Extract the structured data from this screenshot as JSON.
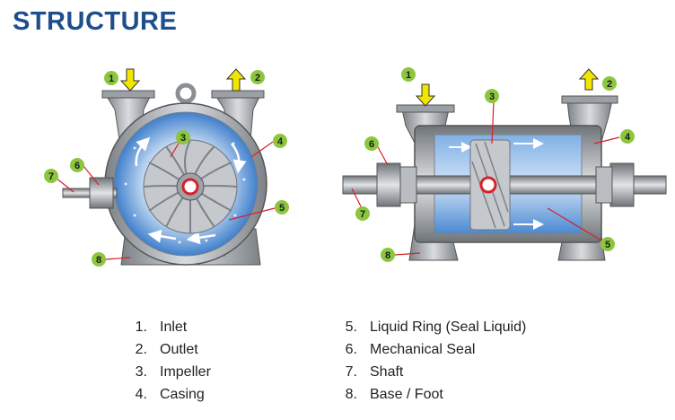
{
  "title": "STRUCTURE",
  "colors": {
    "title": "#1f4e8c",
    "badge": "#8cc63f",
    "arrow": "#f2e600",
    "liquid": "#4f8fd6",
    "metal": "#a8acb0",
    "leader": "#d6202a"
  },
  "left_view": {
    "badges": [
      "1",
      "2",
      "3",
      "4",
      "5",
      "6",
      "7",
      "8"
    ]
  },
  "right_view": {
    "badges": [
      "1",
      "2",
      "3",
      "4",
      "5",
      "6",
      "7",
      "8"
    ]
  },
  "legend": {
    "left": [
      {
        "num": "1.",
        "label": "Inlet"
      },
      {
        "num": "2.",
        "label": "Outlet"
      },
      {
        "num": "3.",
        "label": "Impeller"
      },
      {
        "num": "4.",
        "label": "Casing"
      }
    ],
    "right": [
      {
        "num": "5.",
        "label": "Liquid Ring (Seal Liquid)"
      },
      {
        "num": "6.",
        "label": "Mechanical Seal"
      },
      {
        "num": "7.",
        "label": "Shaft"
      },
      {
        "num": "8.",
        "label": "Base / Foot"
      }
    ]
  }
}
